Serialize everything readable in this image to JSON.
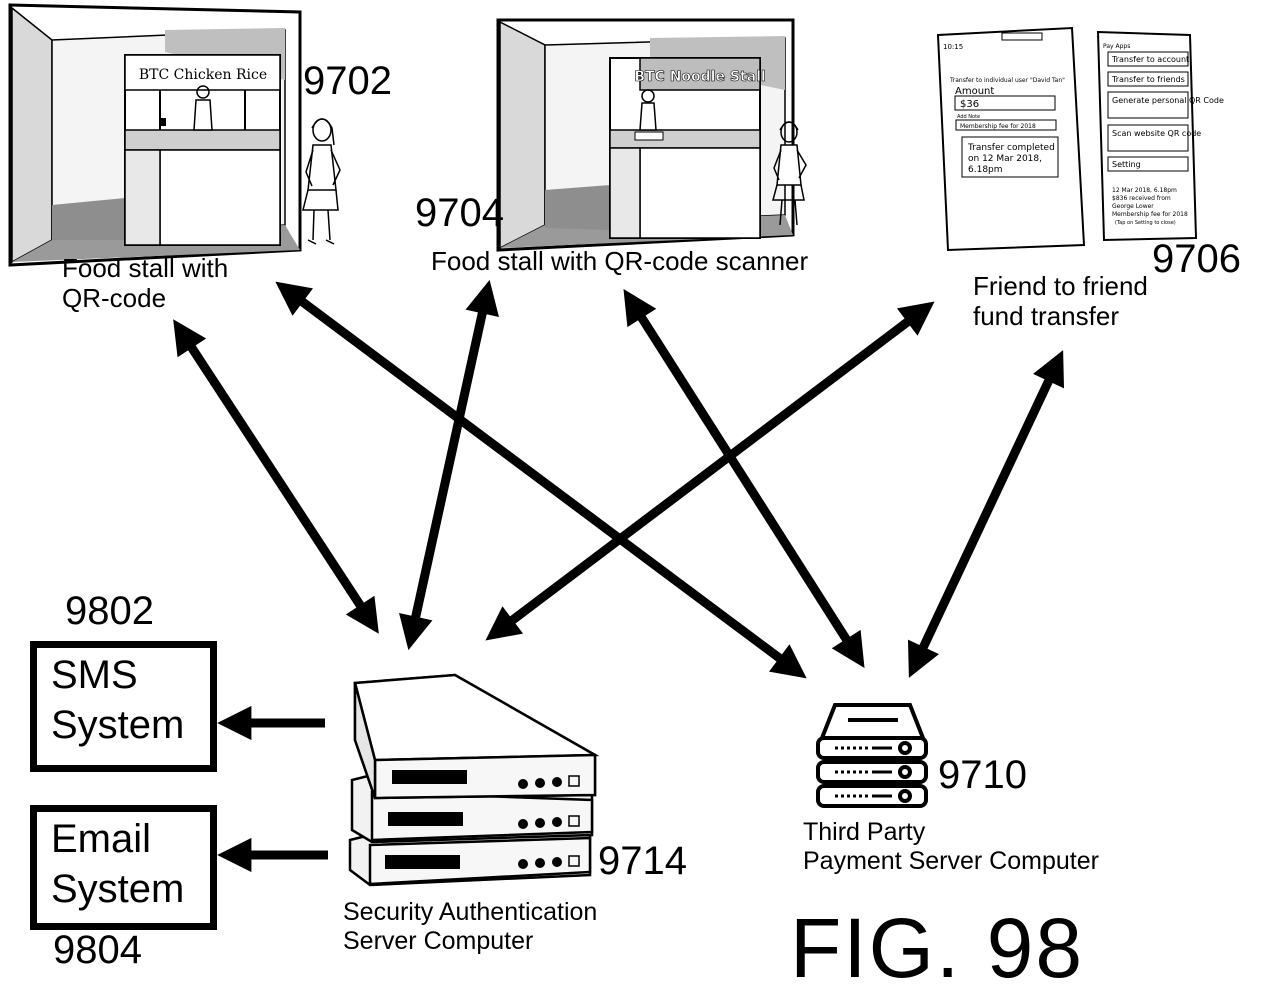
{
  "figure": {
    "label": "FIG. 98"
  },
  "stall_chicken": {
    "ref": "9702",
    "sign": "BTC Chicken Rice",
    "caption_lines": [
      "Food stall with",
      "QR-code"
    ]
  },
  "stall_noodle": {
    "ref": "9704",
    "sign": "BTC Noodle Stall",
    "caption": "Food stall with QR-code scanner"
  },
  "phones": {
    "ref": "9706",
    "caption_lines": [
      "Friend to friend",
      "fund transfer"
    ],
    "left_phone": {
      "time": "10:15",
      "header": "Transfer to individual user \"David Tan\"",
      "amount_label": "Amount",
      "amount_value": "$36",
      "note_label": "Add Note",
      "note_value": "Membership fee for 2018",
      "status_lines": [
        "Transfer completed",
        "on 12 Mar 2018,",
        "6.18pm"
      ]
    },
    "right_phone": {
      "title": "Pay Apps",
      "buttons": [
        "Transfer to account",
        "Transfer to friends",
        "Generate personal QR Code",
        "Scan website QR code",
        "Setting"
      ],
      "notice_lines": [
        "12 Mar 2018, 6.18pm",
        "$836 received from",
        "George Lower",
        "Membership fee for 2018",
        "(Tap on Setting to close)"
      ]
    }
  },
  "sms": {
    "ref": "9802",
    "lines": [
      "SMS",
      "System"
    ]
  },
  "email": {
    "ref": "9804",
    "lines": [
      "Email",
      "System"
    ]
  },
  "auth_server": {
    "ref": "9714",
    "caption_lines": [
      "Security Authentication",
      "Server  Computer"
    ]
  },
  "payment_server": {
    "ref": "9710",
    "caption_lines": [
      "Third Party",
      "Payment Server Computer"
    ]
  }
}
